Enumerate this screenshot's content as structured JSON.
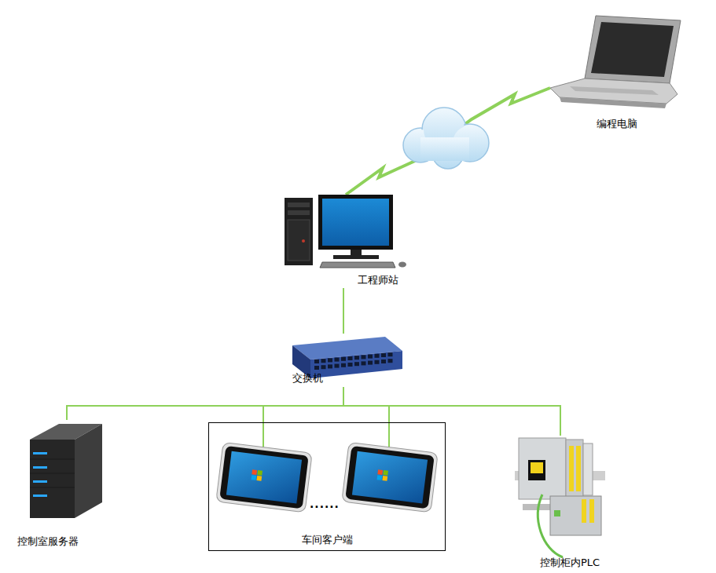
{
  "diagram": {
    "nodes": [
      {
        "text": [
          "编程电脑"
        ]
      },
      {
        "text": [
          "工程师站"
        ]
      },
      {
        "text": [
          "交换机"
        ]
      },
      {
        "text": [
          "控制室服务器"
        ]
      },
      {
        "text": [
          "车间客户端"
        ]
      },
      {
        "text": [
          "控制柜内PLC"
        ]
      }
    ],
    "edges": [
      {
        "from": 0,
        "to": 1,
        "arrow": "none"
      },
      {
        "from": 1,
        "to": 2,
        "arrow": "none"
      },
      {
        "from": 2,
        "to": 3,
        "arrow": "none"
      },
      {
        "from": 2,
        "to": 4,
        "arrow": "none"
      },
      {
        "from": 2,
        "to": 4,
        "arrow": "none"
      },
      {
        "from": 2,
        "to": 5,
        "arrow": "none"
      }
    ],
    "labels": [
      "......"
    ]
  }
}
